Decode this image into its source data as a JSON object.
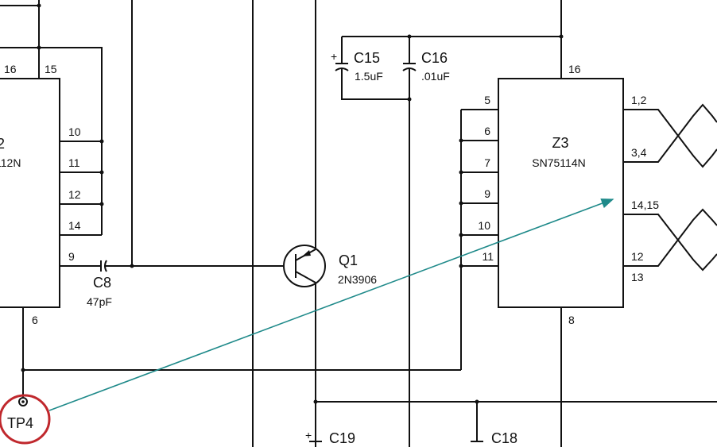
{
  "components": {
    "z2": {
      "ref": "2",
      "part": "112N",
      "pins": [
        "16",
        "15",
        "10",
        "11",
        "12",
        "14",
        "9",
        "6"
      ]
    },
    "z3": {
      "ref": "Z3",
      "part": "SN75114N",
      "pins_left": [
        "5",
        "6",
        "7",
        "9",
        "10",
        "11"
      ],
      "pins_right": [
        "1,2",
        "3,4",
        "14,15",
        "12",
        "13"
      ],
      "pin_top": "16",
      "pin_bottom": "8"
    },
    "c8": {
      "ref": "C8",
      "value": "47pF"
    },
    "c15": {
      "ref": "C15",
      "value": "1.5uF",
      "polarity": "+"
    },
    "c16": {
      "ref": "C16",
      "value": ".01uF"
    },
    "c19": {
      "ref": "C19",
      "polarity": "+"
    },
    "c18": {
      "ref": "C18"
    },
    "q1": {
      "ref": "Q1",
      "part": "2N3906"
    },
    "tp4": {
      "ref": "TP4"
    }
  },
  "annotation": {
    "highlight_color": "#c0282d",
    "arrow_color": "#1f8a8a"
  }
}
